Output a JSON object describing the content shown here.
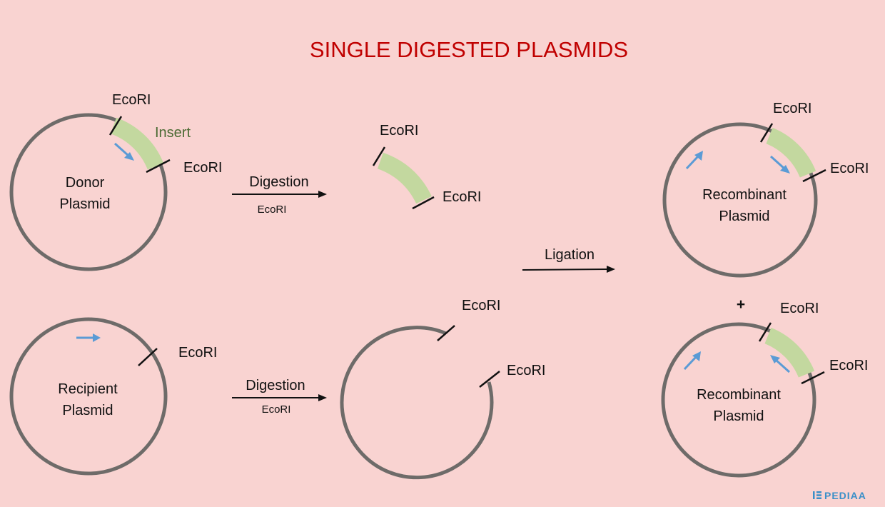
{
  "title": "SINGLE DIGESTED PLASMIDS",
  "donor": {
    "cut_top": "EcoRI",
    "cut_right": "EcoRI",
    "insert_label": "Insert",
    "label_line1": "Donor",
    "label_line2": "Plasmid"
  },
  "digestion_top": {
    "label": "Digestion",
    "enzyme": "EcoRI"
  },
  "fragment": {
    "cut_top": "EcoRI",
    "cut_bottom": "EcoRI"
  },
  "recipient": {
    "cut": "EcoRI",
    "label_line1": "Recipient",
    "label_line2": "Plasmid"
  },
  "digestion_bottom": {
    "label": "Digestion",
    "enzyme": "EcoRI"
  },
  "linear_recipient": {
    "cut_top": "EcoRI",
    "cut_bottom": "EcoRI"
  },
  "ligation": {
    "label": "Ligation"
  },
  "recombinant_1": {
    "cut_top": "EcoRI",
    "cut_right": "EcoRI",
    "label_line1": "Recombinant",
    "label_line2": "Plasmid"
  },
  "plus": "+",
  "recombinant_2": {
    "cut_top": "EcoRI",
    "cut_right": "EcoRI",
    "label_line1": "Recombinant",
    "label_line2": "Plasmid"
  },
  "logo": {
    "text": "PEDIAA",
    "icon": "pediaa-logo-icon"
  },
  "colors": {
    "background": "#f9d3d1",
    "title": "#c00000",
    "plasmid": "#6e6b69",
    "insert": "#c3d89f",
    "orientation_arrow": "#5b9bd5"
  }
}
